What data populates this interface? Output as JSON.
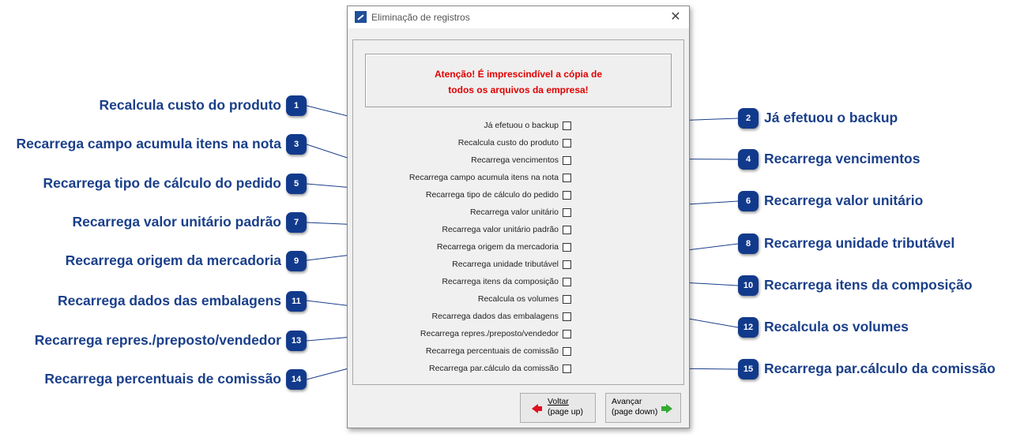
{
  "window": {
    "title": "Eliminação de registros",
    "close_glyph": "✕"
  },
  "warning": {
    "line1": "Atenção! É imprescindível a cópia de",
    "line2": "todos os arquivos da empresa!"
  },
  "options": [
    {
      "label": "Já efetuou o backup",
      "checked": false
    },
    {
      "label": "Recalcula custo do produto",
      "checked": false
    },
    {
      "label": "Recarrega vencimentos",
      "checked": false
    },
    {
      "label": "Recarrega campo acumula itens na nota",
      "checked": false
    },
    {
      "label": "Recarrega tipo de cálculo do pedido",
      "checked": false
    },
    {
      "label": "Recarrega valor unitário",
      "checked": false
    },
    {
      "label": "Recarrega valor unitário padrão",
      "checked": false
    },
    {
      "label": "Recarrega origem da mercadoria",
      "checked": false
    },
    {
      "label": "Recarrega unidade tributável",
      "checked": false
    },
    {
      "label": "Recarrega itens da composição",
      "checked": false
    },
    {
      "label": "Recalcula os volumes",
      "checked": false
    },
    {
      "label": "Recarrega dados das embalagens",
      "checked": false
    },
    {
      "label": "Recarrega repres./preposto/vendedor",
      "checked": false
    },
    {
      "label": "Recarrega percentuais de comissão",
      "checked": false
    },
    {
      "label": "Recarrega par.cálculo da comissão",
      "checked": false
    }
  ],
  "buttons": {
    "back": {
      "line1": "Voltar",
      "line2": "(page up)",
      "icon": "arrow-left-icon"
    },
    "next": {
      "line1": "Avançar",
      "line2": "(page down)",
      "icon": "arrow-right-icon"
    }
  },
  "callouts": [
    {
      "num": "1",
      "text": "Recalcula custo do produto"
    },
    {
      "num": "2",
      "text": "Já efetuou o backup"
    },
    {
      "num": "3",
      "text": "Recarrega campo acumula itens na nota"
    },
    {
      "num": "4",
      "text": "Recarrega vencimentos"
    },
    {
      "num": "5",
      "text": "Recarrega tipo de cálculo do pedido"
    },
    {
      "num": "6",
      "text": "Recarrega valor unitário"
    },
    {
      "num": "7",
      "text": "Recarrega valor unitário padrão"
    },
    {
      "num": "8",
      "text": "Recarrega unidade tributável"
    },
    {
      "num": "9",
      "text": "Recarrega origem da mercadoria"
    },
    {
      "num": "10",
      "text": "Recarrega itens da composição"
    },
    {
      "num": "11",
      "text": "Recarrega dados das embalagens"
    },
    {
      "num": "12",
      "text": "Recalcula os volumes"
    },
    {
      "num": "13",
      "text": "Recarrega repres./preposto/vendedor"
    },
    {
      "num": "14",
      "text": "Recarrega percentuais de comissão"
    },
    {
      "num": "15",
      "text": "Recarrega par.cálculo da comissão"
    }
  ],
  "colors": {
    "badge": "#123a8c",
    "callout_text": "#1a3f8a",
    "warning_text": "#e00000",
    "window_bg": "#f0f0f0"
  }
}
